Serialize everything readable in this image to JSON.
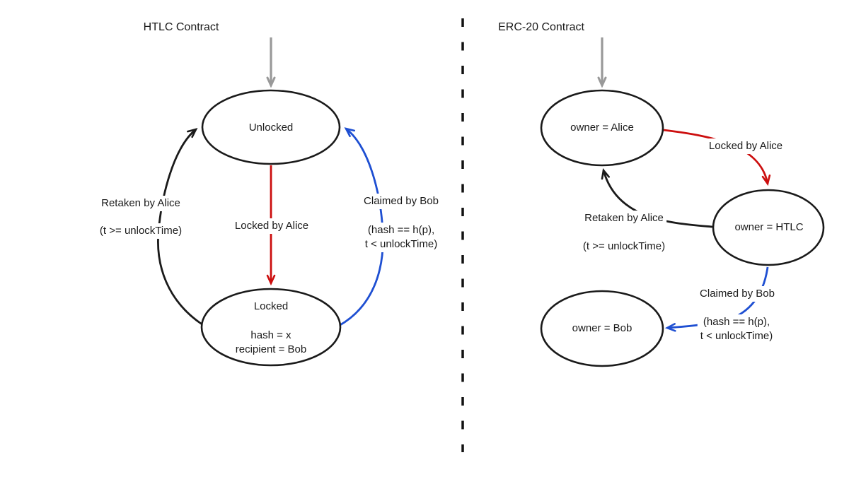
{
  "left_panel": {
    "title": "HTLC Contract",
    "nodes": {
      "unlocked": {
        "label": "Unlocked"
      },
      "locked": {
        "label": "Locked",
        "attr1": "hash = x",
        "attr2": "recipient = Bob"
      }
    },
    "edges": {
      "lock": {
        "label": "Locked by Alice"
      },
      "retake": {
        "label": "Retaken by Alice",
        "condition": "(t >= unlockTime)"
      },
      "claim": {
        "label": "Claimed by Bob",
        "condition1": "(hash == h(p),",
        "condition2": "t < unlockTime)"
      }
    }
  },
  "right_panel": {
    "title": "ERC-20 Contract",
    "nodes": {
      "alice": {
        "label": "owner = Alice"
      },
      "htlc": {
        "label": "owner = HTLC"
      },
      "bob": {
        "label": "owner = Bob"
      }
    },
    "edges": {
      "lock": {
        "label": "Locked by Alice"
      },
      "retake": {
        "label": "Retaken by Alice",
        "condition": "(t >= unlockTime)"
      },
      "claim": {
        "label": "Claimed by Bob",
        "condition1": "(hash == h(p),",
        "condition2": "t < unlockTime)"
      }
    }
  },
  "colors": {
    "lock_edge": "#cc0e0e",
    "claim_edge": "#1e4fd2",
    "retake_edge": "#1a1a1a",
    "start_edge": "#999999",
    "node_stroke": "#1a1a1a",
    "divider": "#111111"
  }
}
